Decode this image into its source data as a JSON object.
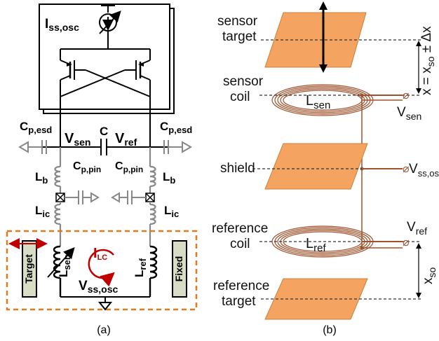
{
  "panel_a": {
    "caption": "(a)",
    "iss_osc": {
      "main": "I",
      "sub": "ss,osc"
    },
    "cp_esd_left": {
      "main": "C",
      "sub": "p,esd"
    },
    "cp_esd_right": {
      "main": "C",
      "sub": "p,esd"
    },
    "v_sen": {
      "main": "V",
      "sub": "sen"
    },
    "c_label": "C",
    "v_ref": {
      "main": "V",
      "sub": "ref"
    },
    "lb_left": {
      "main": "L",
      "sub": "b"
    },
    "lb_right": {
      "main": "L",
      "sub": "b"
    },
    "cp_pin_left": {
      "main": "C",
      "sub": "p,pin"
    },
    "cp_pin_right": {
      "main": "C",
      "sub": "p,pin"
    },
    "lic_left": {
      "main": "L",
      "sub": "ic"
    },
    "lic_right": {
      "main": "L",
      "sub": "ic"
    },
    "target_box": "Target",
    "fixed_box": "Fixed",
    "i_lc": {
      "main": "I",
      "sub": "LC"
    },
    "l_sen": {
      "main": "L",
      "sub": "sen"
    },
    "l_ref": {
      "main": "L",
      "sub": "ref"
    },
    "vss_osc": {
      "main": "V",
      "sub": "ss,osc"
    }
  },
  "panel_b": {
    "caption": "(b)",
    "sensor_target": [
      "sensor",
      "target"
    ],
    "sensor_coil": [
      "sensor",
      "coil"
    ],
    "shield": "shield",
    "reference_coil": [
      "reference",
      "coil"
    ],
    "reference_target": [
      "reference",
      "target"
    ],
    "l_sen": {
      "main": "L",
      "sub": "sen"
    },
    "l_ref": {
      "main": "L",
      "sub": "ref"
    },
    "v_sen": {
      "main": "V",
      "sub": "sen"
    },
    "v_ss_osc": {
      "main": "V",
      "sub": "ss,osc"
    },
    "v_ref": {
      "main": "V",
      "sub": "ref"
    },
    "x_eq": {
      "a": "x = x",
      "sub": "so",
      "b": " ± Δx"
    },
    "x_so": {
      "main": "x",
      "sub": "so"
    }
  },
  "colors": {
    "plate": "#F4A460",
    "coil": "#A0522D",
    "dashed_box": "#E07A1F",
    "ilc": "#C00000",
    "esd_gray": "#888888",
    "box_fill": "#D8DDC5"
  }
}
